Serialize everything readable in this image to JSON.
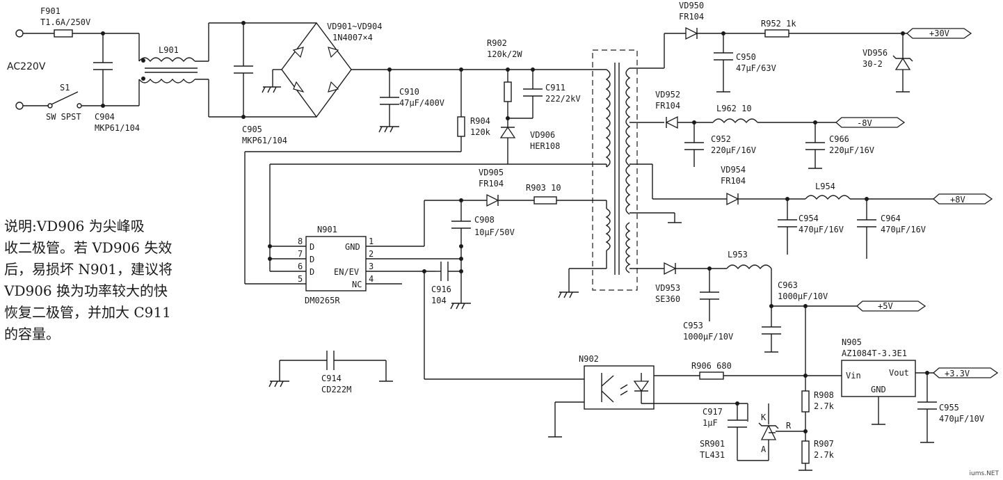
{
  "labels": {
    "F901": "F901",
    "F901_val": "T1.6A/250V",
    "ac": "AC220V",
    "S1": "S1",
    "S1_val": "SW SPST",
    "C904": "C904",
    "C904_val": "MKP61/104",
    "L901": "L901",
    "C905": "C905",
    "C905_val": "MKP61/104",
    "VD901": "VD901~VD904",
    "VD901_val": "1N4007×4",
    "R902": "R902",
    "R902_val": "120k/2W",
    "C910": "C910",
    "C910_val": "47μF/400V",
    "C911": "C911",
    "C911_val": "222/2kV",
    "R904": "R904",
    "R904_val": "120k",
    "VD906": "VD906",
    "VD906_val": "HER108",
    "VD905": "VD905",
    "VD905_val": "FR104",
    "R903": "R903  10",
    "C908": "C908",
    "C908_val": "10μF/50V",
    "N901": "N901",
    "N901_part": "DM0265R",
    "pin_gnd": "GND",
    "pin_en": "EN/EV",
    "pin_nc": "NC",
    "pin_d": "D",
    "pin8": "8",
    "pin7": "7",
    "pin6": "6",
    "pin5": "5",
    "pin1": "1",
    "pin2": "2",
    "pin3": "3",
    "pin4": "4",
    "C916": "C916",
    "C916_val": "104",
    "C914": "C914",
    "C914_val": "CD222M",
    "VD950": "VD950",
    "VD950_val": "FR104",
    "R952": "R952  1k",
    "C950": "C950",
    "C950_val": "47μF/63V",
    "VD956": "VD956",
    "VD956_val": "30-2",
    "out30": "+30V",
    "VD952": "VD952",
    "VD952_val": "FR104",
    "L962": "L962  10",
    "C952": "C952",
    "C952_val": "220μF/16V",
    "C966": "C966",
    "C966_val": "220μF/16V",
    "outm8": "-8V",
    "VD954": "VD954",
    "VD954_val": "FR104",
    "L954": "L954",
    "C954": "C954",
    "C954_val": "470μF/16V",
    "C964": "C964",
    "C964_val": "470μF/16V",
    "out8": "+8V",
    "L953": "L953",
    "VD953": "VD953",
    "VD953_val": "SE360",
    "C963": "C963",
    "C963_val": "1000μF/10V",
    "C953": "C953",
    "C953_val": "1000μF/10V",
    "out5": "+5V",
    "N902": "N902",
    "R906": "R906  680",
    "N905": "N905",
    "N905_val": "AZ1084T-3.3E1",
    "vin": "Vin",
    "vout": "Vout",
    "gnd": "GND",
    "out33": "+3.3V",
    "C955": "C955",
    "C955_val": "470μF/10V",
    "R908": "R908",
    "R908_val": "2.7k",
    "R907": "R907",
    "R907_val": "2.7k",
    "C917": "C917",
    "C917_val": "1μF",
    "SR901": "SR901",
    "SR901_val": "TL431",
    "K": "K",
    "A": "A",
    "R": "R"
  },
  "note": [
    "说明:VD906 为尖峰吸",
    "收二极管。若 VD906 失效",
    "后，易损坏 N901，建议将",
    "VD906 换为功率较大的快",
    "恢复二极管，并加大 C911",
    "的容量。"
  ],
  "watermark": "iums.NET"
}
